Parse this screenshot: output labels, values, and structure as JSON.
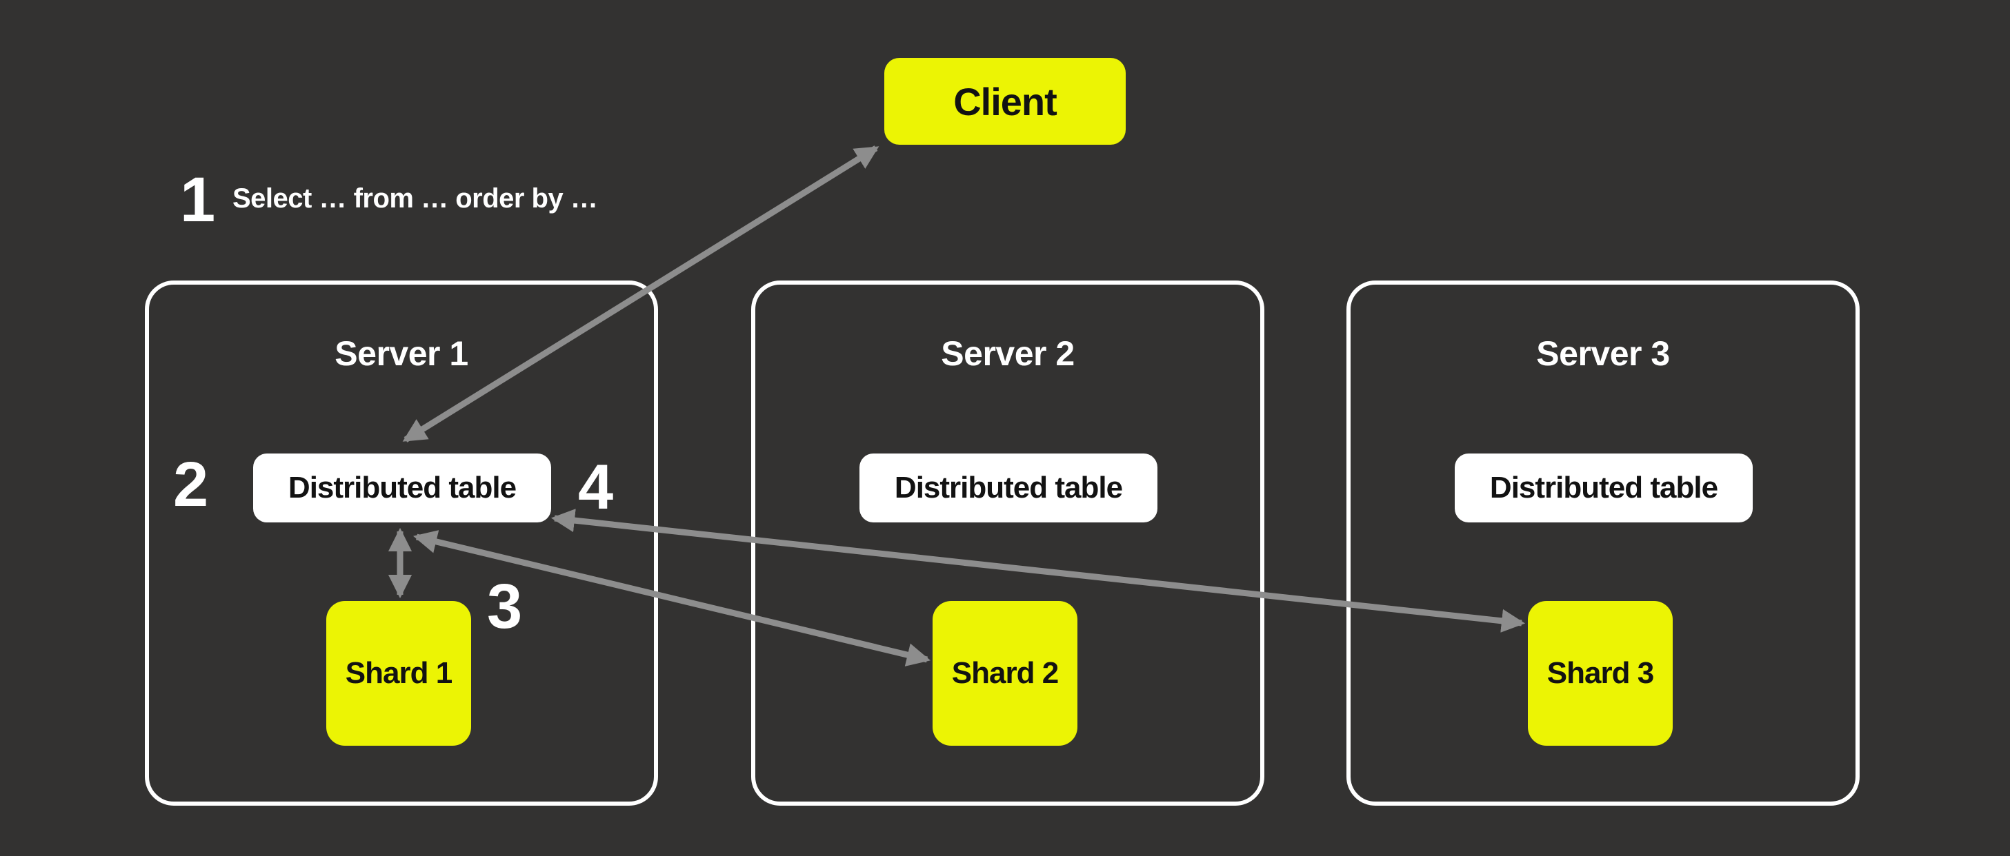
{
  "colors": {
    "background": "#333231",
    "accent_yellow": "#ECF404",
    "box_white": "#FFFFFF",
    "arrow_gray": "#8D8D8D",
    "text_dark": "#121212",
    "text_light": "#FFFFFF"
  },
  "client": {
    "label": "Client"
  },
  "query_annotation": {
    "number": "1",
    "text": "Select … from … order by …"
  },
  "step_labels": {
    "step2": "2",
    "step3": "3",
    "step4": "4"
  },
  "servers": [
    {
      "title": "Server 1",
      "distributed_table": "Distributed table",
      "shard": "Shard 1"
    },
    {
      "title": "Server 2",
      "distributed_table": "Distributed table",
      "shard": "Shard 2"
    },
    {
      "title": "Server 3",
      "distributed_table": "Distributed table",
      "shard": "Shard 3"
    }
  ],
  "arrows": [
    {
      "from": "distributed-table-1",
      "to": "client",
      "bidirectional": true
    },
    {
      "from": "distributed-table-1",
      "to": "shard-1",
      "bidirectional": true
    },
    {
      "from": "distributed-table-1",
      "to": "shard-2",
      "bidirectional": true
    },
    {
      "from": "distributed-table-1",
      "to": "shard-3",
      "bidirectional": true
    }
  ]
}
